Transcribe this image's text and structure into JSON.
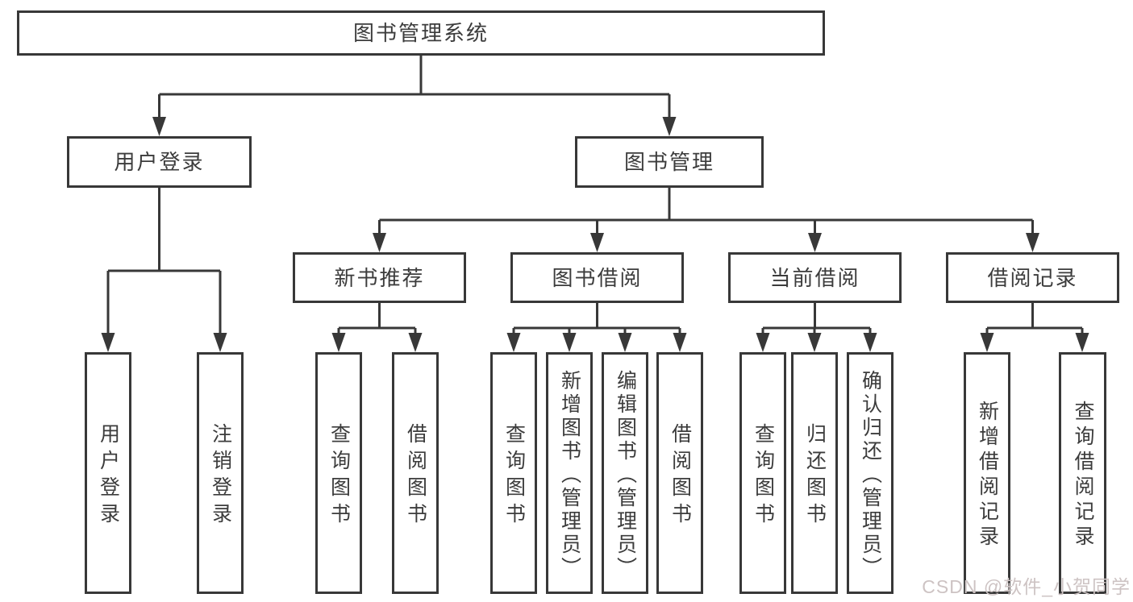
{
  "tree": {
    "label": "图书管理系统",
    "children": [
      {
        "label": "用户登录",
        "children": [
          {
            "label": "用户登录"
          },
          {
            "label": "注销登录"
          }
        ]
      },
      {
        "label": "图书管理",
        "children": [
          {
            "label": "新书推荐",
            "children": [
              {
                "label": "查询图书"
              },
              {
                "label": "借阅图书"
              }
            ]
          },
          {
            "label": "图书借阅",
            "children": [
              {
                "label": "查询图书"
              },
              {
                "label": "新增图书（管理员）"
              },
              {
                "label": "编辑图书（管理员）"
              },
              {
                "label": "借阅图书"
              }
            ]
          },
          {
            "label": "当前借阅",
            "children": [
              {
                "label": "查询图书"
              },
              {
                "label": "归还图书"
              },
              {
                "label": "确认归还（管理员）"
              }
            ]
          },
          {
            "label": "借阅记录",
            "children": [
              {
                "label": "新增借阅记录"
              },
              {
                "label": "查询借阅记录"
              }
            ]
          }
        ]
      }
    ]
  },
  "watermark": {
    "text": "CSDN @软件_小贺同学"
  },
  "colors": {
    "line": "#383838",
    "box_background": "#ffffff",
    "text": "#3c3c3c",
    "watermark": "#cdc3c3"
  }
}
